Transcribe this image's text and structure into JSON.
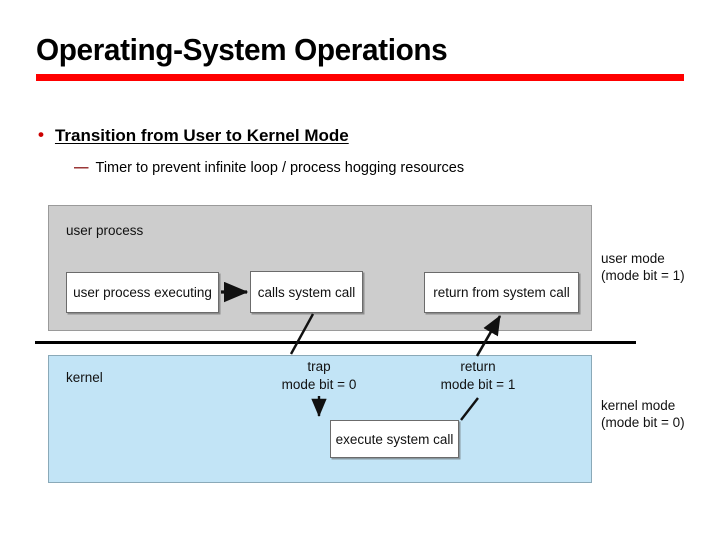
{
  "slide": {
    "title": "Operating-System Operations",
    "title_rule_color": "#ff0000",
    "bullets": [
      {
        "marker": "•",
        "marker_color": "#cc0000",
        "text": "Transition from User to Kernel Mode"
      },
      {
        "marker": "—",
        "marker_color": "#993333",
        "text": "Timer to prevent infinite loop / process hogging resources"
      }
    ]
  },
  "figure": {
    "user_region": {
      "label": "user process",
      "fill": "#cdcdcd",
      "side_label_line1": "user mode",
      "side_label_line2": "(mode bit = 1)"
    },
    "kernel_region": {
      "label": "kernel",
      "fill": "#c2e4f6",
      "side_label_line1": "kernel mode",
      "side_label_line2": "(mode bit = 0)"
    },
    "nodes": {
      "user_process_executing": "user process executing",
      "calls_system_call": "calls system call",
      "return_from_system_call": "return from system call",
      "execute_system_call": "execute system call"
    },
    "annotations": {
      "trap_line1": "trap",
      "trap_line2": "mode bit = 0",
      "return_line1": "return",
      "return_line2": "mode bit = 1"
    }
  }
}
